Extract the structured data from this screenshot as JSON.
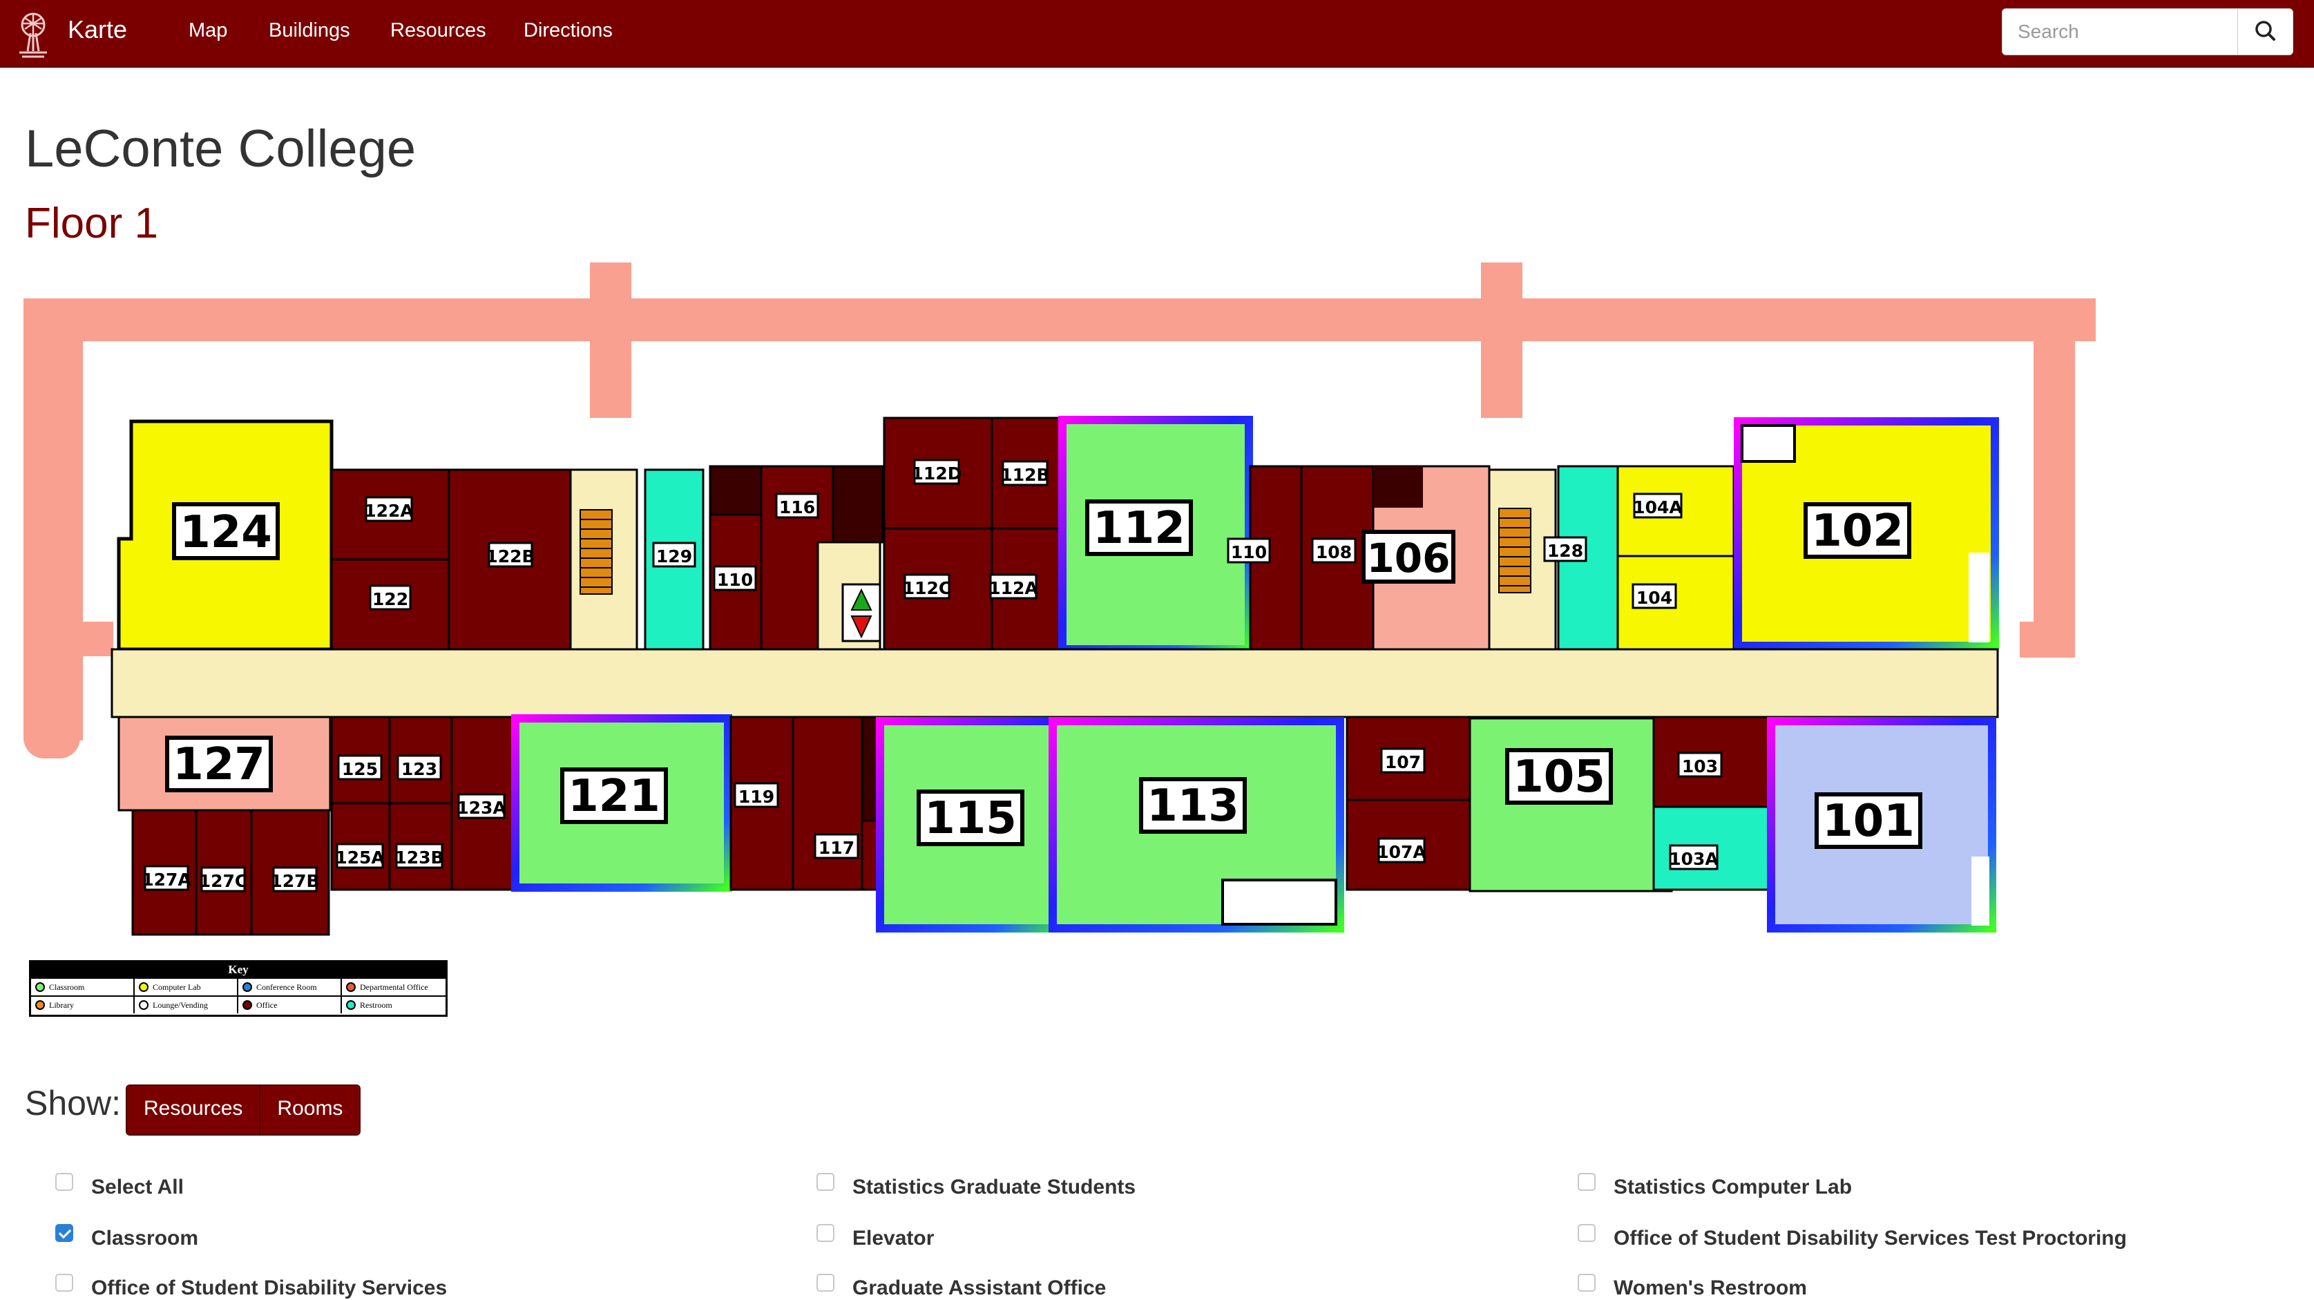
{
  "nav": {
    "brand": "Karte",
    "links": [
      "Map",
      "Buildings",
      "Resources",
      "Directions"
    ],
    "search_placeholder": "Search"
  },
  "page": {
    "building": "LeConte College",
    "floor": "Floor 1"
  },
  "colors": {
    "brand": "#7a0000",
    "classroom": "#7cf272",
    "computer_lab": "#f7f700",
    "office": "#720000",
    "restroom": "#1ef0c2",
    "conference": "#f9a99a",
    "lounge": "#b7c6f5",
    "corridor": "#f7eeba",
    "outer_walkway": "#f9a090"
  },
  "rooms": {
    "r124": "124",
    "r122a": "122A",
    "r122": "122",
    "r122b": "122B",
    "r129": "129",
    "r110w": "110",
    "r116": "116",
    "r112d": "112D",
    "r112b": "112B",
    "r112c": "112C",
    "r112a": "112A",
    "r112": "112",
    "r110e": "110",
    "r108": "108",
    "r106": "106",
    "r128": "128",
    "r104a": "104A",
    "r104": "104",
    "r102": "102",
    "r127": "127",
    "r125": "125",
    "r123": "123",
    "r123a": "123A",
    "r125a": "125A",
    "r123b": "123B",
    "r127a": "127A",
    "r127c": "127C",
    "r127b": "127B",
    "r121": "121",
    "r119": "119",
    "r117": "117",
    "r115": "115",
    "r113": "113",
    "r107": "107",
    "r107a": "107A",
    "r105": "105",
    "r103": "103",
    "r103a": "103A",
    "r101": "101"
  },
  "key": {
    "title": "Key",
    "items": [
      {
        "label": "Classroom",
        "color": "#7cf272"
      },
      {
        "label": "Computer Lab",
        "color": "#f7f700"
      },
      {
        "label": "Conference Room",
        "color": "#2a80d8"
      },
      {
        "label": "Departmental Office",
        "color": "#e85a3a"
      },
      {
        "label": "Library",
        "color": "#f08a20"
      },
      {
        "label": "Lounge/Vending",
        "color": "#ffffff"
      },
      {
        "label": "Office",
        "color": "#720000"
      },
      {
        "label": "Restroom",
        "color": "#1ef0c2"
      }
    ]
  },
  "show": {
    "label": "Show:",
    "buttons": [
      "Resources",
      "Rooms"
    ]
  },
  "options": [
    {
      "label": "Select All",
      "checked": false
    },
    {
      "label": "Statistics Graduate Students",
      "checked": false
    },
    {
      "label": "Statistics Computer Lab",
      "checked": false
    },
    {
      "label": "Classroom",
      "checked": true
    },
    {
      "label": "Elevator",
      "checked": false
    },
    {
      "label": "Office of Student Disability Services Test Proctoring",
      "checked": false
    },
    {
      "label": "Office of Student Disability Services",
      "checked": false
    },
    {
      "label": "Graduate Assistant Office",
      "checked": false
    },
    {
      "label": "Women's Restroom",
      "checked": false
    }
  ]
}
